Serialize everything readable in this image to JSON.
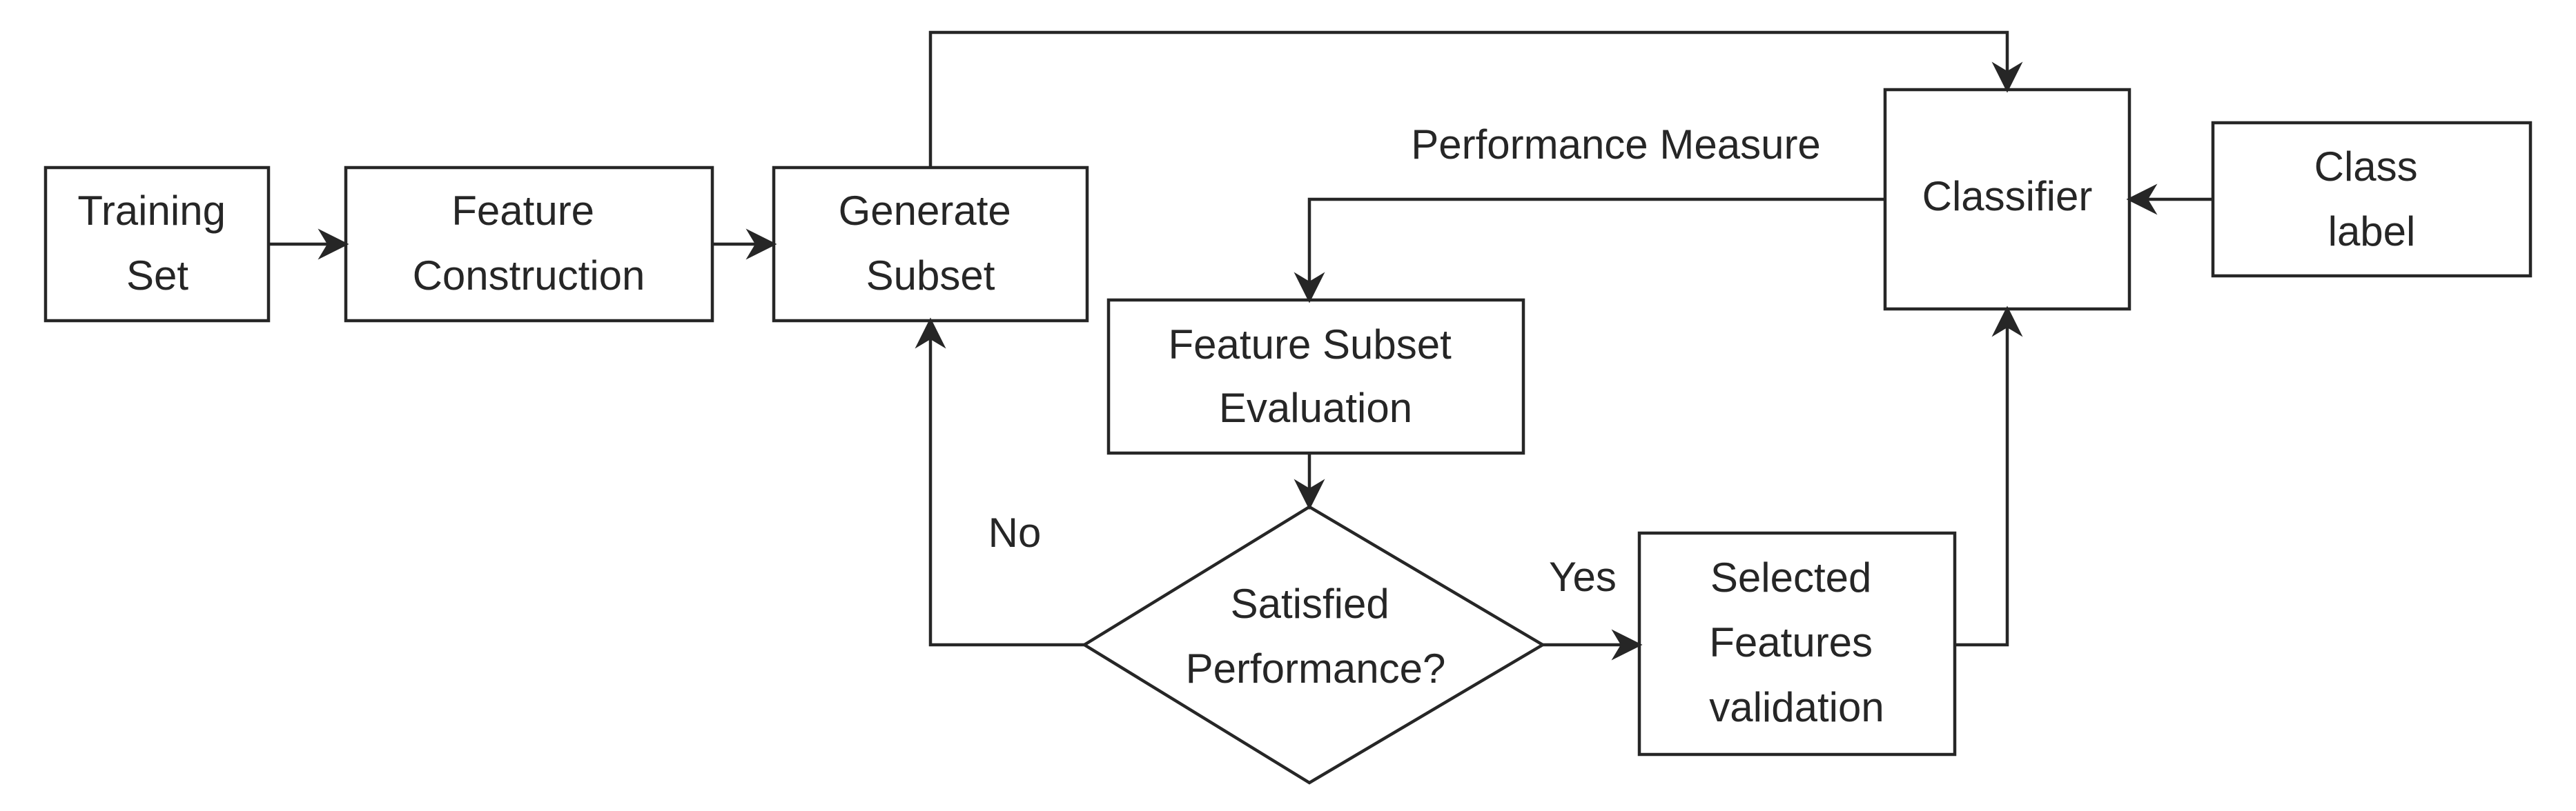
{
  "diagram": {
    "training_set": [
      "Training",
      "Set"
    ],
    "feature_construction": [
      "Feature",
      "Construction"
    ],
    "generate_subset": [
      "Generate",
      "Subset"
    ],
    "classifier": "Classifier",
    "class_label": [
      "Class",
      "label"
    ],
    "performance_measure": "Performance Measure",
    "feature_subset_evaluation": [
      "Feature Subset",
      "Evaluation"
    ],
    "satisfied_performance": [
      "Satisfied",
      "Performance?"
    ],
    "selected_features_validation": [
      "Selected",
      "Features",
      "validation"
    ],
    "no_label": "No",
    "yes_label": "Yes"
  },
  "colors": {
    "stroke": "#262626",
    "background": "#ffffff",
    "text": "#262626"
  }
}
